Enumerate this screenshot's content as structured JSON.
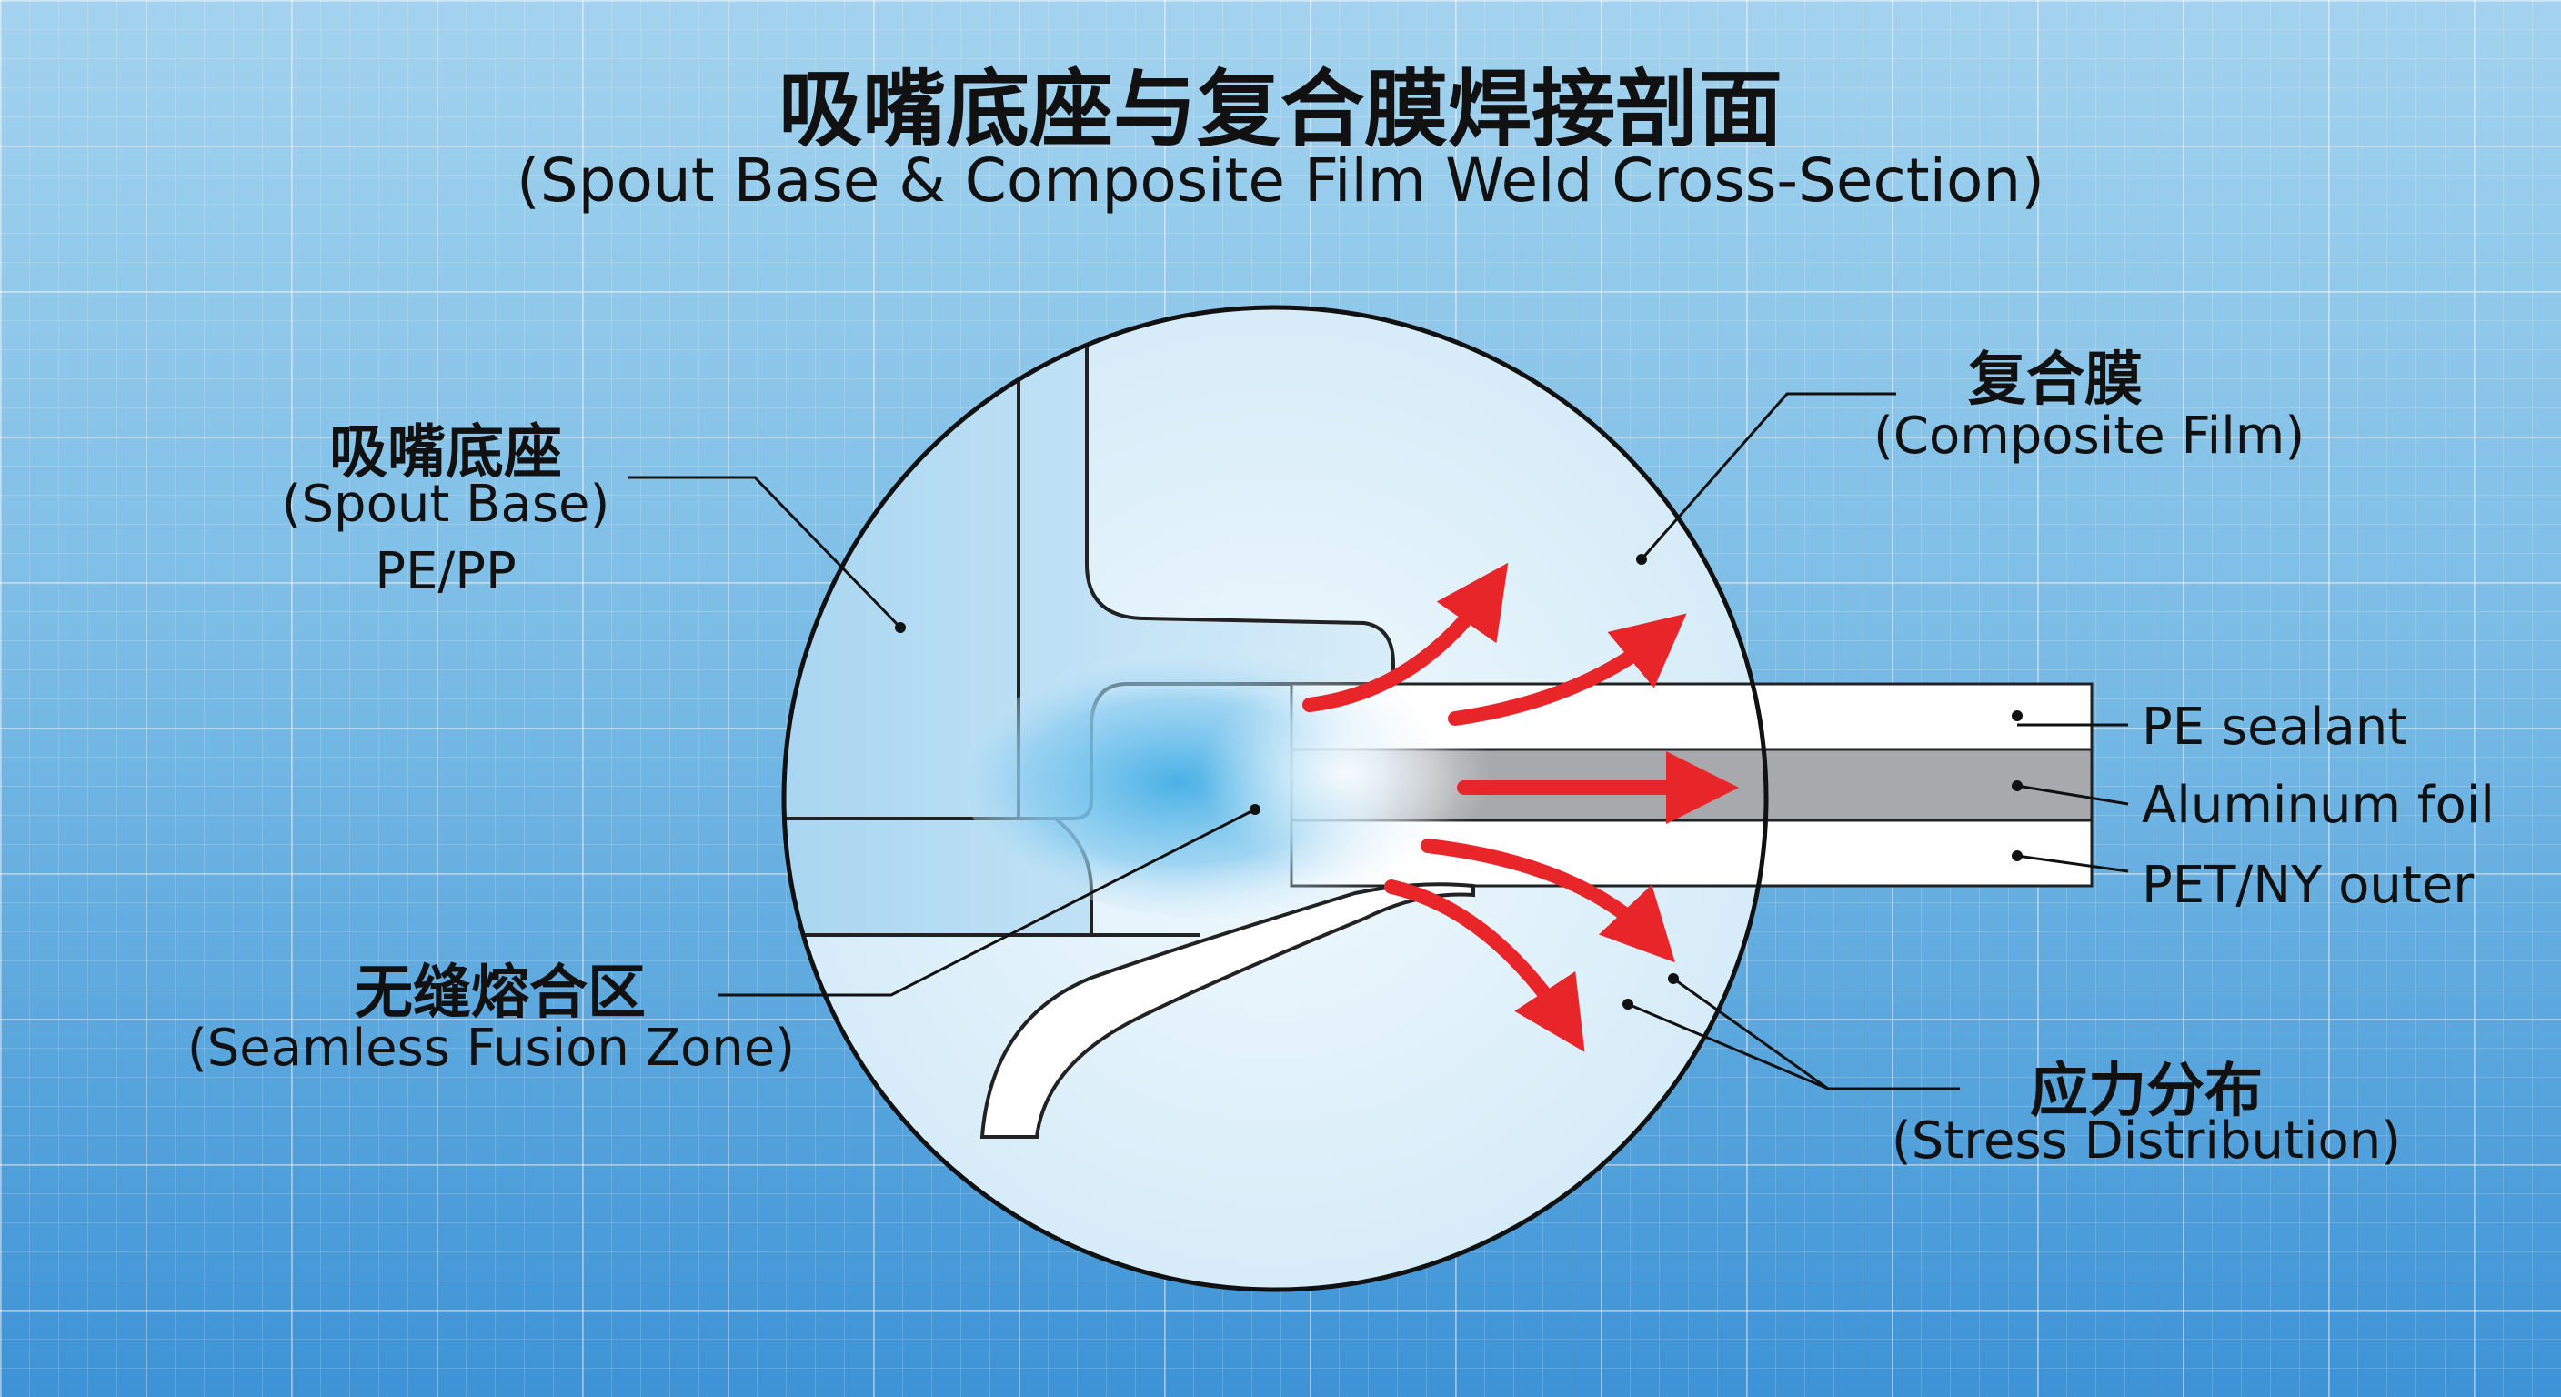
{
  "title": {
    "zh": "吸嘴底座与复合膜焊接剖面",
    "en": "(Spout Base & Composite Film Weld Cross-Section)"
  },
  "labels": {
    "spout_base": {
      "zh": "吸嘴底座",
      "en": "(Spout Base)",
      "material": "PE/PP"
    },
    "composite_film": {
      "zh": "复合膜",
      "en": "(Composite Film)"
    },
    "fusion_zone": {
      "zh": "无缝熔合区",
      "en": "(Seamless Fusion Zone)"
    },
    "stress": {
      "zh": "应力分布",
      "en": "(Stress Distribution)"
    }
  },
  "layers": [
    {
      "name": "PE sealant"
    },
    {
      "name": "Aluminum foil"
    },
    {
      "name": "PET/NY outer"
    }
  ],
  "colors": {
    "background_top": "#a3d3ee",
    "background_bottom": "#3d93d6",
    "arrow": "#e8262a",
    "foil": "#a7a9ac",
    "fusion": "#5ab9e8",
    "line": "#111111"
  }
}
